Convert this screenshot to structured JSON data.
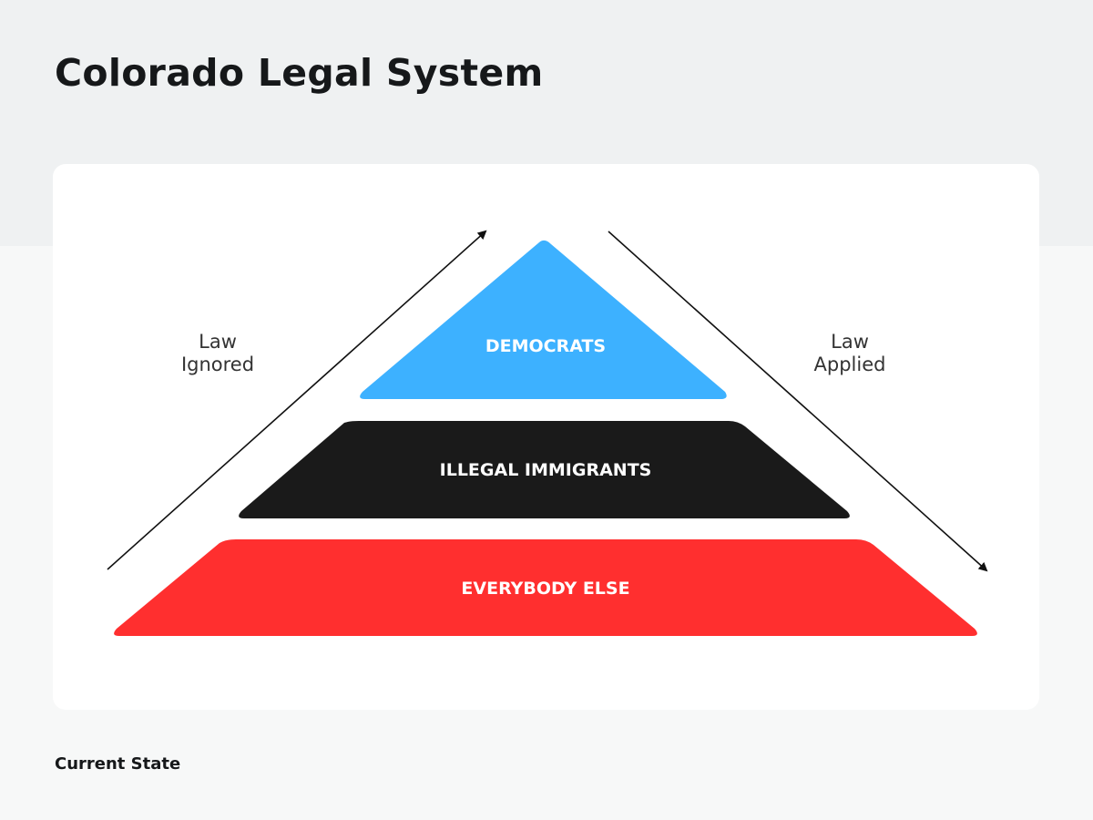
{
  "title": "Colorado Legal System",
  "footer": "Current State",
  "left_label": {
    "line1": "Law",
    "line2": "Ignored"
  },
  "right_label": {
    "line1": "Law",
    "line2": "Applied"
  },
  "tiers": [
    {
      "label": "DEMOCRATS",
      "color": "#3db1ff",
      "text_color": "#ffffff"
    },
    {
      "label": "ILLEGAL IMMIGRANTS",
      "color": "#1a1a1a",
      "text_color": "#ffffff"
    },
    {
      "label": "EVERYBODY ELSE",
      "color": "#ff2f2f",
      "text_color": "#ffffff"
    }
  ],
  "arrow_color": "#111111",
  "colors": {
    "background": "#f7f8f8",
    "band": "#eff1f2",
    "card": "#ffffff"
  }
}
